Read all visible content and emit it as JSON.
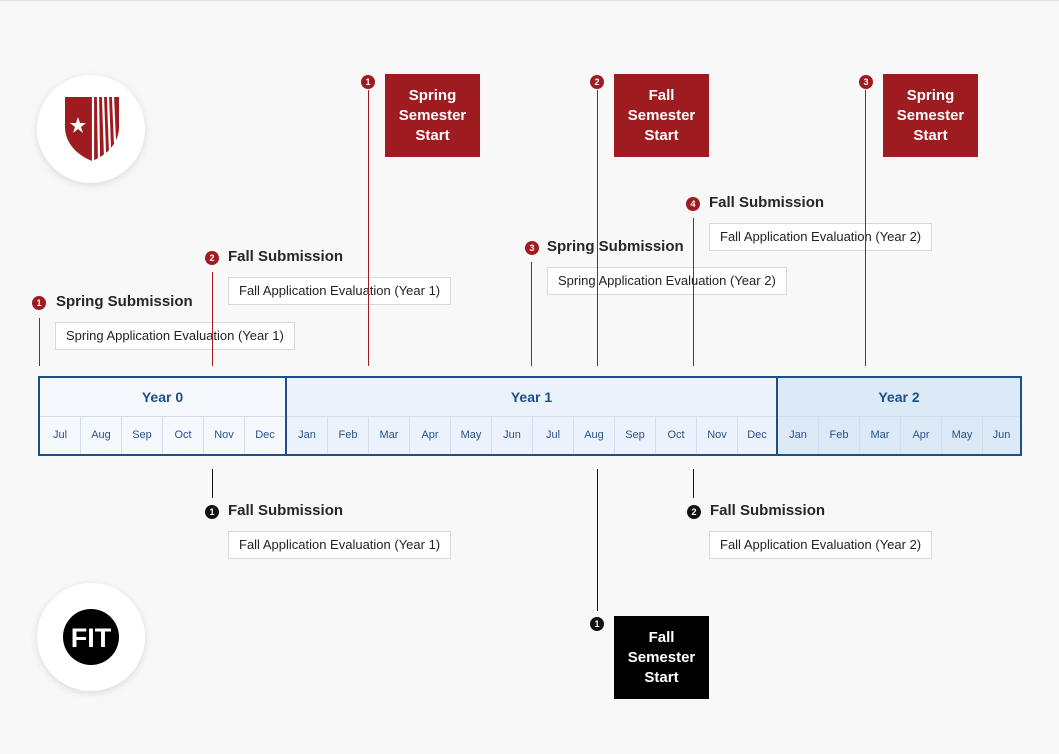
{
  "colors": {
    "accent_red": "#9e1b20",
    "accent_black": "#111111",
    "timeline_blue": "#1f4f86"
  },
  "logos": {
    "top": {
      "icon": "shield-star-icon"
    },
    "bottom": {
      "icon": "fit-logo-icon",
      "text": "FIT"
    }
  },
  "timeline": {
    "years": [
      {
        "label": "Year 0",
        "months": [
          "Jul",
          "Aug",
          "Sep",
          "Oct",
          "Nov",
          "Dec"
        ]
      },
      {
        "label": "Year 1",
        "months": [
          "Jan",
          "Feb",
          "Mar",
          "Apr",
          "May",
          "Jun",
          "Jul",
          "Aug",
          "Sep",
          "Oct",
          "Nov",
          "Dec"
        ]
      },
      {
        "label": "Year 2",
        "months": [
          "Jan",
          "Feb",
          "Mar",
          "Apr",
          "May",
          "Jun"
        ]
      }
    ]
  },
  "top_events": [
    {
      "num": "1",
      "title": "Spring Submission",
      "eval": "Spring Application Evaluation (Year 1)"
    },
    {
      "num": "2",
      "title": "Fall Submission",
      "eval": "Fall Application Evaluation (Year 1)"
    },
    {
      "num": "3",
      "title": "Spring Submission",
      "eval": "Spring Application Evaluation (Year 2)"
    },
    {
      "num": "4",
      "title": "Fall Submission",
      "eval": "Fall Application Evaluation (Year 2)"
    }
  ],
  "top_semesters": [
    {
      "num": "1",
      "label": "Spring Semester Start"
    },
    {
      "num": "2",
      "label": "Fall Semester Start"
    },
    {
      "num": "3",
      "label": "Spring Semester Start"
    }
  ],
  "bottom_events": [
    {
      "num": "1",
      "title": "Fall Submission",
      "eval": "Fall Application Evaluation (Year 1)"
    },
    {
      "num": "2",
      "title": "Fall Submission",
      "eval": "Fall Application Evaluation (Year 2)"
    }
  ],
  "bottom_semesters": [
    {
      "num": "1",
      "label": "Fall Semester Start"
    }
  ]
}
